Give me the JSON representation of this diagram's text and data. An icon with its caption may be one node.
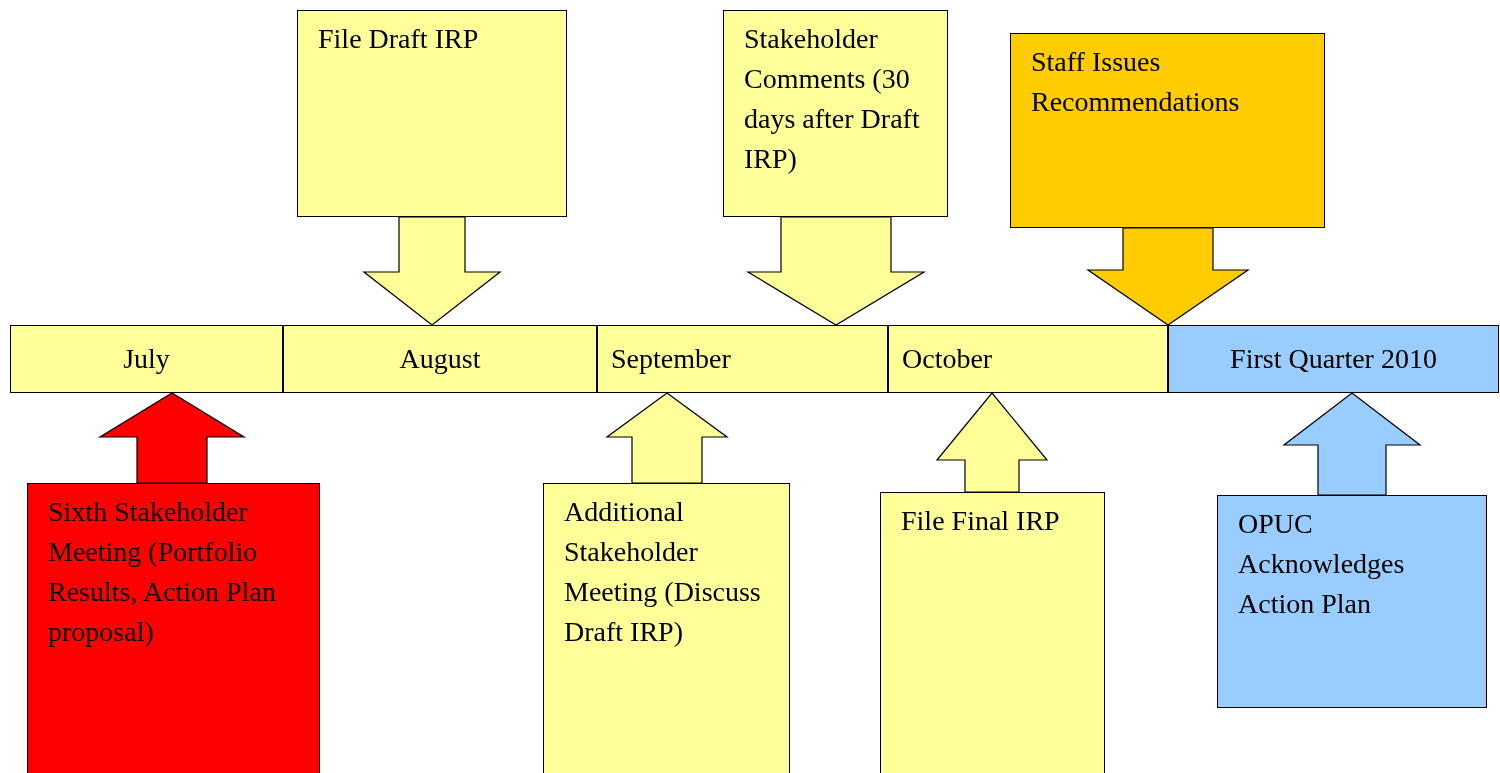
{
  "diagram": {
    "nodes": [
      {
        "text": [
          "File Draft IRP"
        ]
      },
      {
        "text": [
          "Stakeholder Comments (30 days after Draft IRP)"
        ]
      },
      {
        "text": [
          "Staff Issues Recommendations"
        ]
      },
      {
        "text": [
          "July"
        ]
      },
      {
        "text": [
          "August"
        ]
      },
      {
        "text": [
          "September"
        ]
      },
      {
        "text": [
          "October"
        ]
      },
      {
        "text": [
          "First Quarter 2010"
        ]
      },
      {
        "text": [
          "Sixth Stakeholder Meeting (Portfolio Results, Action Plan proposal)"
        ]
      },
      {
        "text": [
          "Additional Stakeholder Meeting (Discuss Draft IRP)"
        ]
      },
      {
        "text": [
          "File Final IRP"
        ]
      },
      {
        "text": [
          "OPUC Acknowledges Action Plan"
        ]
      }
    ],
    "edges": [
      {
        "from": 0,
        "to": 4,
        "arrow": "to"
      },
      {
        "from": 1,
        "to": 5,
        "arrow": "to"
      },
      {
        "from": 2,
        "to": 6,
        "arrow": "to",
        "color": "#ffcc00"
      },
      {
        "from": 8,
        "to": 3,
        "arrow": "to",
        "color": "#ff0000"
      },
      {
        "from": 9,
        "to": 5,
        "arrow": "to"
      },
      {
        "from": 10,
        "to": 6,
        "arrow": "to"
      },
      {
        "from": 11,
        "to": 7,
        "arrow": "to",
        "color": "#99ccff"
      }
    ]
  }
}
